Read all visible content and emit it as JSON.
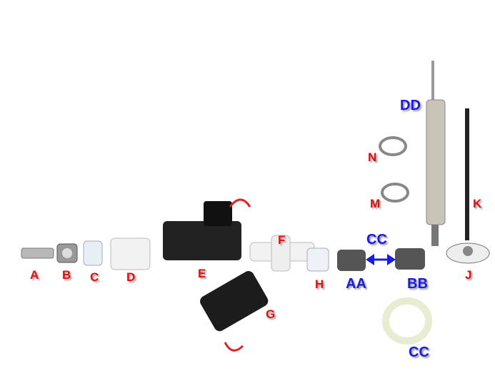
{
  "labels": {
    "A": "A",
    "B": "B",
    "C": "C",
    "D": "D",
    "E": "E",
    "F": "F",
    "G": "G",
    "H": "H",
    "AA": "AA",
    "BB": "BB",
    "CC_top": "CC",
    "CC_bottom": "CC",
    "DD": "DD",
    "N": "N",
    "M": "M",
    "K": "K",
    "J": "J"
  },
  "colors": {
    "label_red": "#e01010",
    "label_blue": "#1a1ae0"
  }
}
